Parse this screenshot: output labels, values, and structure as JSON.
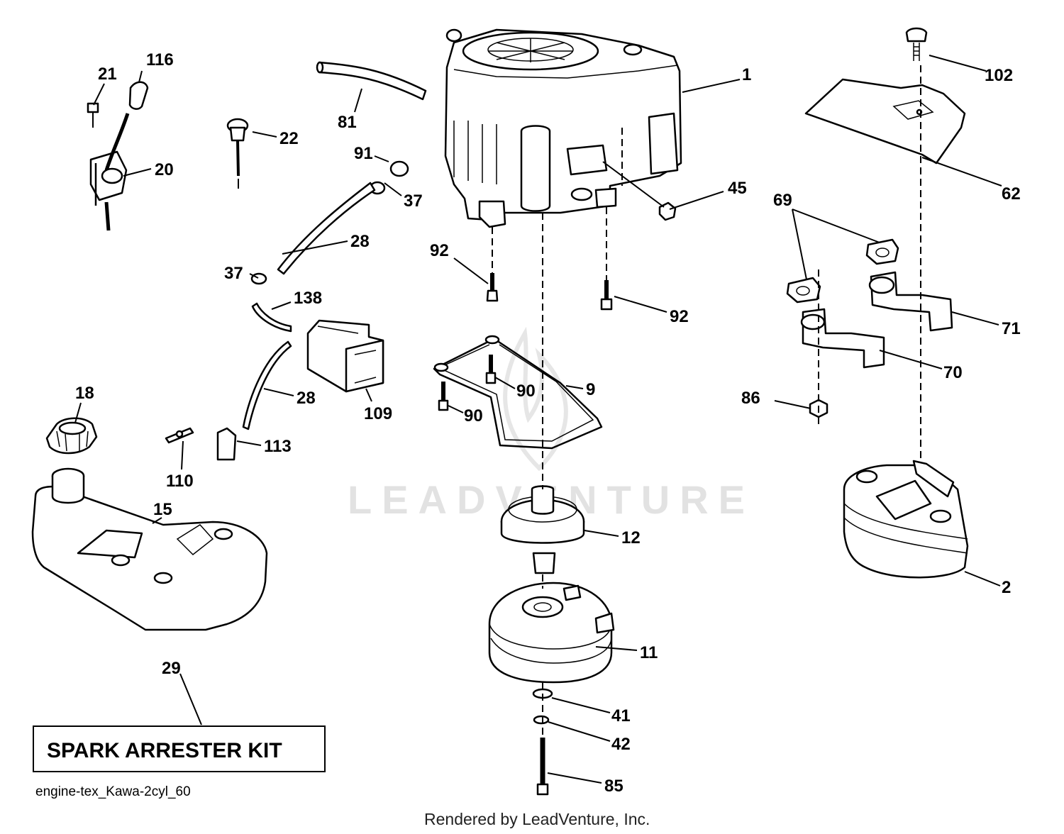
{
  "watermark": "LEADVENTURE",
  "callouts": {
    "c1": "1",
    "c2": "2",
    "c9": "9",
    "c11": "11",
    "c12": "12",
    "c15": "15",
    "c18": "18",
    "c20": "20",
    "c21": "21",
    "c22": "22",
    "c28a": "28",
    "c28b": "28",
    "c29": "29",
    "c37a": "37",
    "c37b": "37",
    "c41": "41",
    "c42": "42",
    "c45": "45",
    "c62": "62",
    "c69": "69",
    "c70": "70",
    "c71": "71",
    "c81": "81",
    "c85": "85",
    "c86": "86",
    "c90a": "90",
    "c90b": "90",
    "c91": "91",
    "c92a": "92",
    "c92b": "92",
    "c102": "102",
    "c109": "109",
    "c110": "110",
    "c113": "113",
    "c116": "116",
    "c138": "138"
  },
  "kit_label": "SPARK ARRESTER KIT",
  "file_label": "engine-tex_Kawa-2cyl_60",
  "footer": "Rendered by LeadVenture, Inc."
}
